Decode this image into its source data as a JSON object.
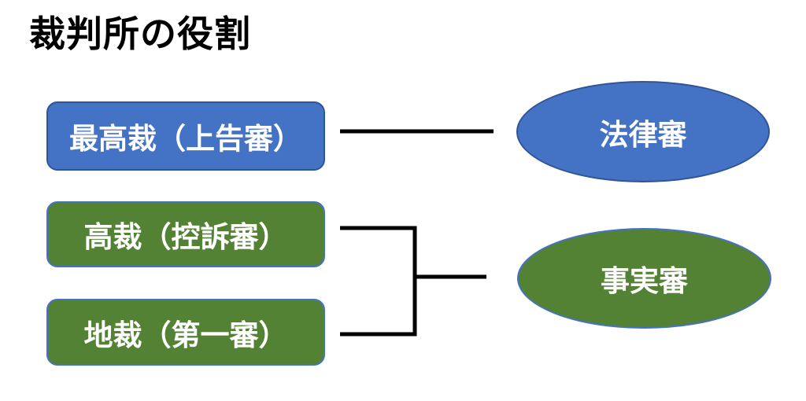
{
  "slide": {
    "title": "裁判所の役割",
    "background": "#ffffff",
    "title_color": "#000000"
  },
  "colors": {
    "blue_fill": "#4472C4",
    "blue_border": "#2F5597",
    "green_fill": "#548235",
    "green_border": "#4472C4",
    "connector": "#000000",
    "node_text": "#ffffff"
  },
  "nodes": {
    "courts": [
      {
        "label": "最高裁（上告審）",
        "shape": "rounded-rectangle",
        "color": "blue"
      },
      {
        "label": "高裁（控訴審）",
        "shape": "rounded-rectangle",
        "color": "green"
      },
      {
        "label": "地裁（第一審）",
        "shape": "rounded-rectangle",
        "color": "green"
      }
    ],
    "reviews": [
      {
        "label": "法律審",
        "shape": "ellipse",
        "color": "blue"
      },
      {
        "label": "事実審",
        "shape": "ellipse",
        "color": "green"
      }
    ]
  },
  "relations": [
    {
      "from": "最高裁（上告審）",
      "to": "法律審"
    },
    {
      "from": "高裁（控訴審）",
      "to": "事実審"
    },
    {
      "from": "地裁（第一審）",
      "to": "事実審"
    }
  ]
}
